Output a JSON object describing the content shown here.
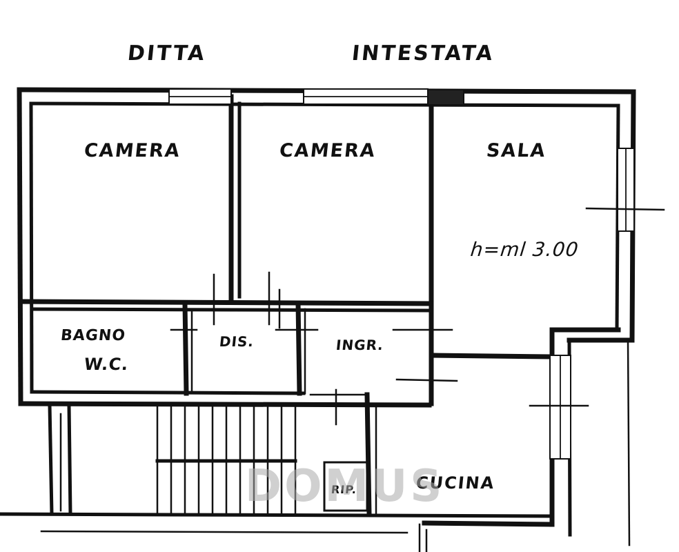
{
  "header": {
    "left": "DITTA",
    "right": "INTESTATA"
  },
  "rooms": {
    "camera_1": "CAMERA",
    "camera_2": "CAMERA",
    "sala": "SALA",
    "sala_height": "h=ml 3.00",
    "bagno_line1": "BAGNO",
    "bagno_line2": "W.C.",
    "dis": "DIS.",
    "ingr": "INGR.",
    "cucina": "CUCINA",
    "rip": "RIP."
  },
  "watermark": "DOMUS",
  "colors": {
    "ink": "#111111",
    "paper": "#ffffff",
    "watermark": "#aaaaaa"
  }
}
